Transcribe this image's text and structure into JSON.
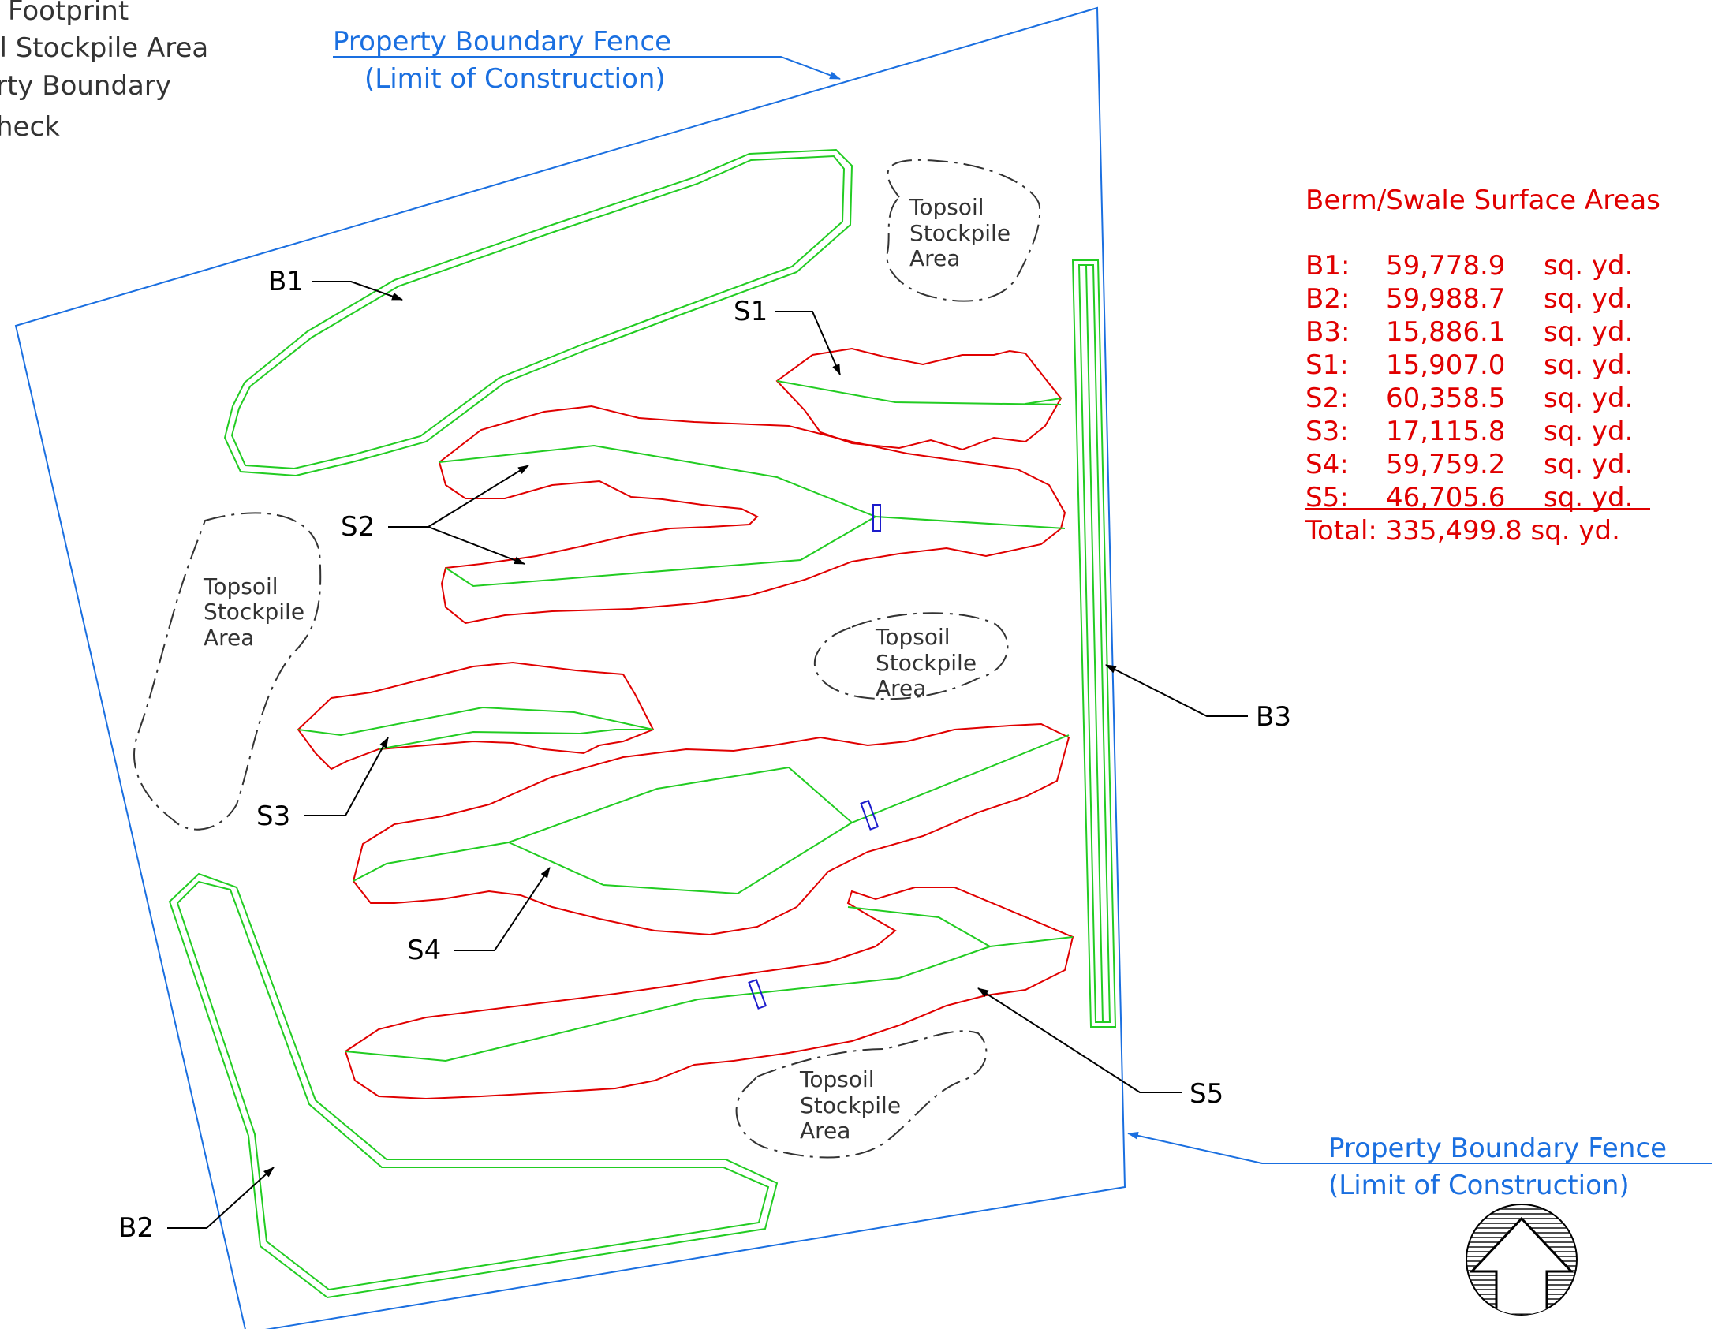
{
  "legend": {
    "line1": "Footprint",
    "line2": "il Stockpile Area",
    "line3": "rty Boundary",
    "line4": "heck"
  },
  "boundary_note_top": {
    "line1": "Property Boundary Fence",
    "line2": "(Limit of Construction)"
  },
  "boundary_note_bottom": {
    "line1": "Property Boundary Fence",
    "line2": "(Limit of Construction)"
  },
  "stockpile": {
    "line1": "Topsoil",
    "line2": "Stockpile",
    "line3": "Area"
  },
  "labels": {
    "B1": "B1",
    "B2": "B2",
    "B3": "B3",
    "S1": "S1",
    "S2": "S2",
    "S3": "S3",
    "S4": "S4",
    "S5": "S5"
  },
  "areas_table": {
    "title": "Berm/Swale Surface Areas",
    "rows": [
      {
        "id": "B1:",
        "value": "59,778.9",
        "unit": "sq. yd."
      },
      {
        "id": "B2:",
        "value": "59,988.7",
        "unit": "sq. yd."
      },
      {
        "id": "B3:",
        "value": "15,886.1",
        "unit": "sq. yd."
      },
      {
        "id": "S1:",
        "value": "15,907.0",
        "unit": "sq. yd."
      },
      {
        "id": "S2:",
        "value": "60,358.5",
        "unit": "sq. yd."
      },
      {
        "id": "S3:",
        "value": "17,115.8",
        "unit": "sq. yd."
      },
      {
        "id": "S4:",
        "value": "59,759.2",
        "unit": "sq. yd."
      },
      {
        "id": "S5:",
        "value": "46,705.6",
        "unit": "sq. yd."
      }
    ],
    "total": "Total:  335,499.8  sq.  yd."
  },
  "colors": {
    "berm": "#22cc22",
    "swale": "#e00000",
    "boundary": "#1a6fe0",
    "culvert": "#1c1ccc",
    "stockpile": "#333333",
    "text": "#000000"
  },
  "icons": {
    "north_arrow": "north-arrow-icon"
  }
}
